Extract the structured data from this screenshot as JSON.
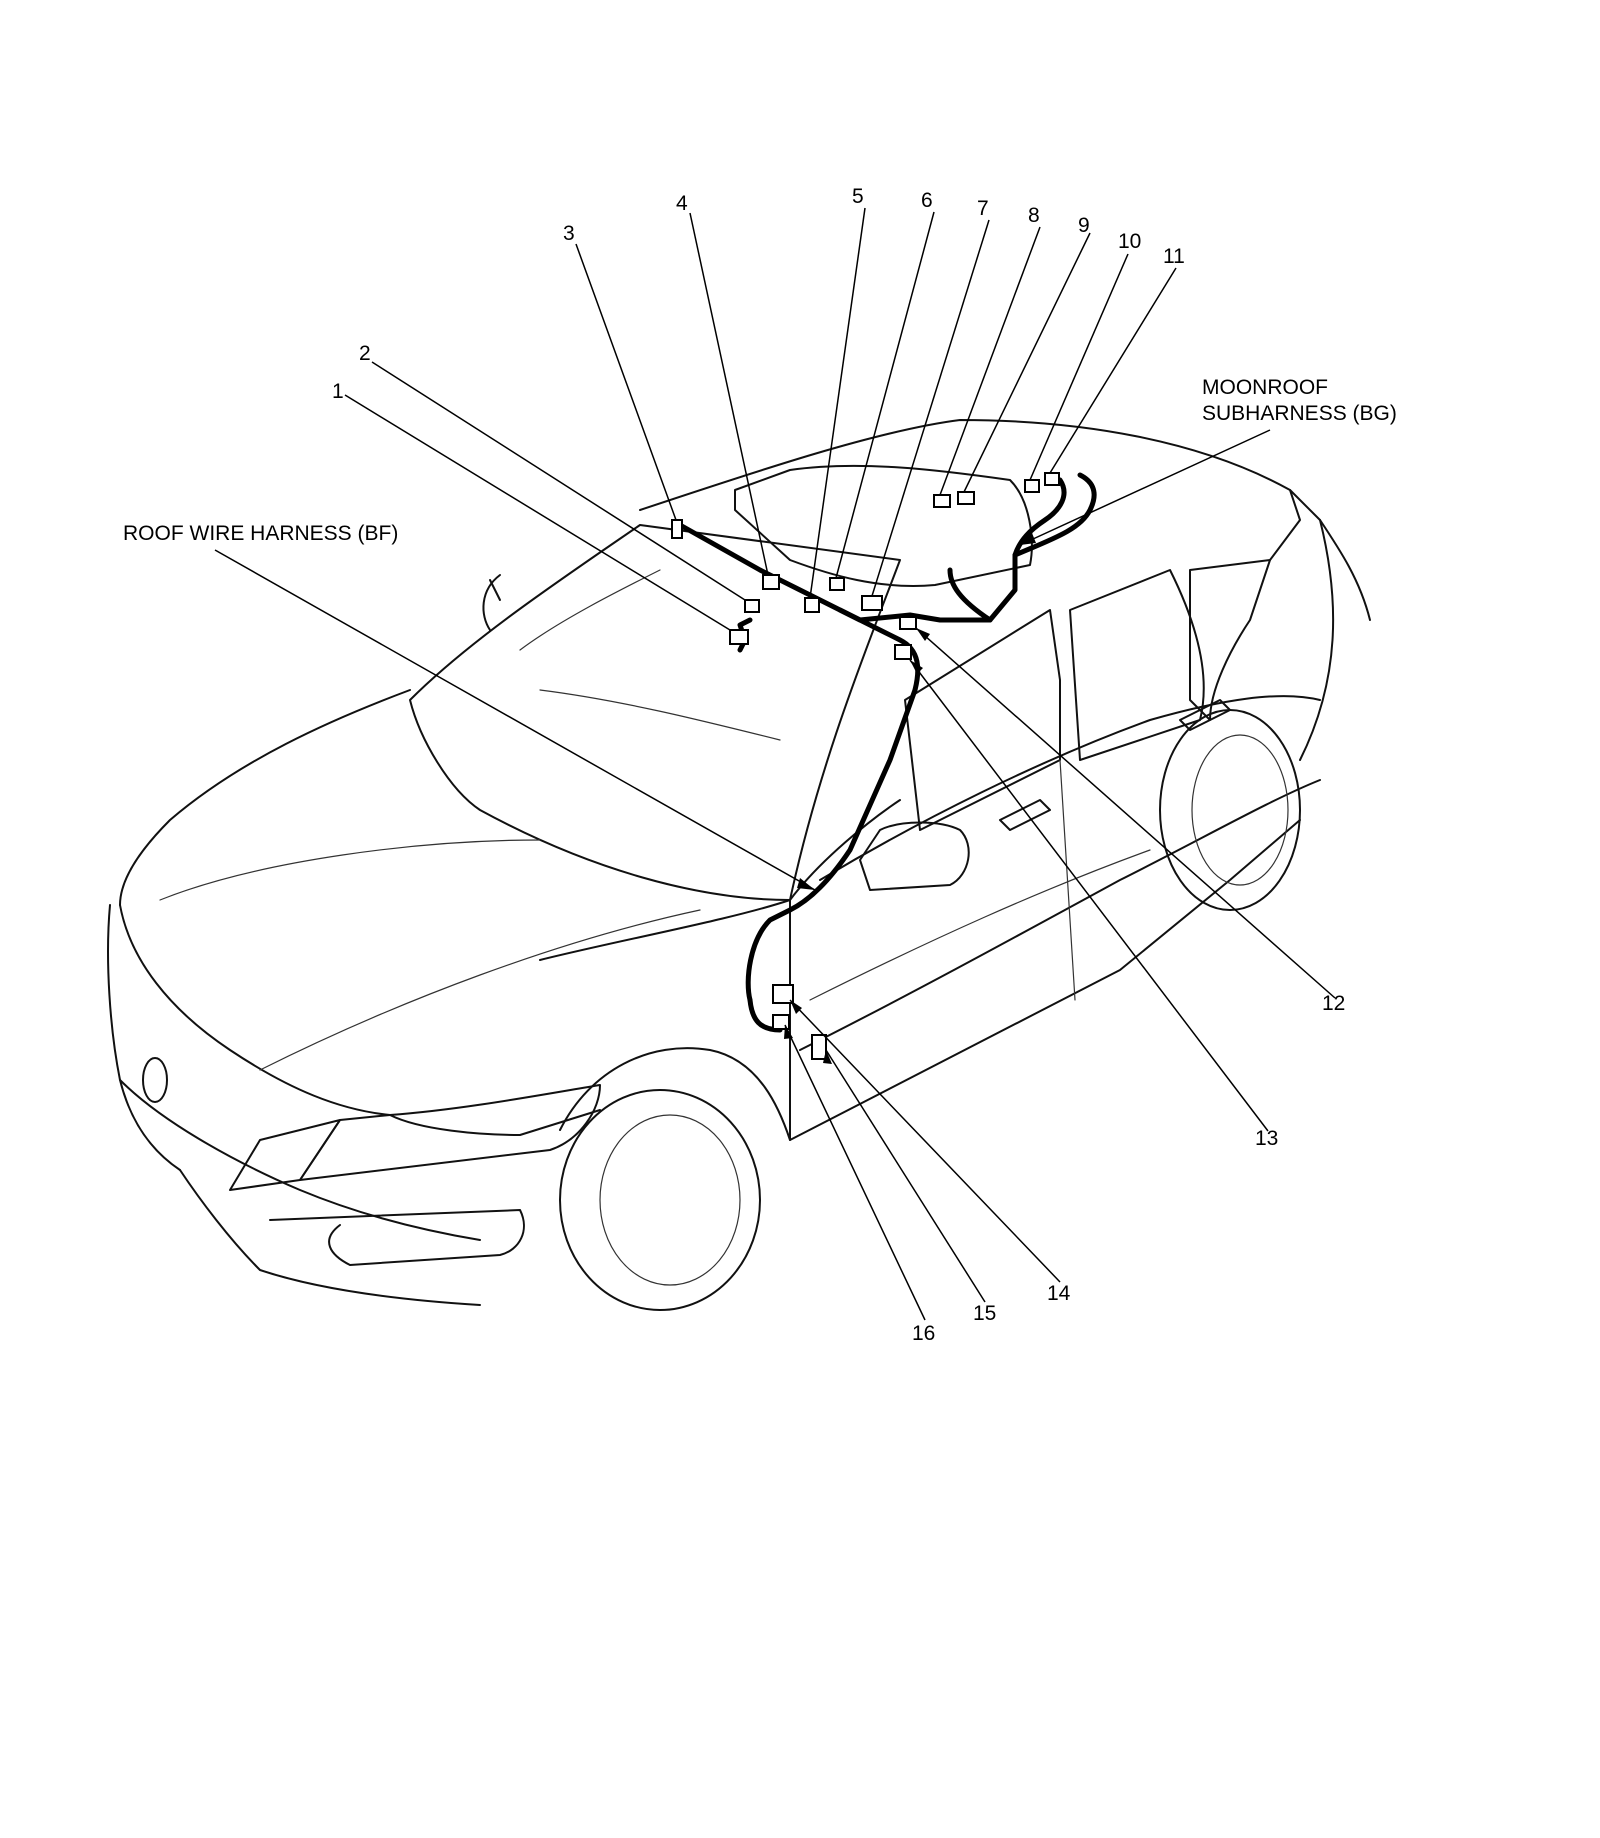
{
  "diagram": {
    "callouts": [
      "1",
      "2",
      "3",
      "4",
      "5",
      "6",
      "7",
      "8",
      "9",
      "10",
      "11",
      "12",
      "13",
      "14",
      "15",
      "16"
    ],
    "labels": {
      "roof_wire_harness": "ROOF WIRE HARNESS (BF)",
      "moonroof_line1": "MOONROOF",
      "moonroof_line2": "SUBHARNESS (BG)"
    }
  }
}
